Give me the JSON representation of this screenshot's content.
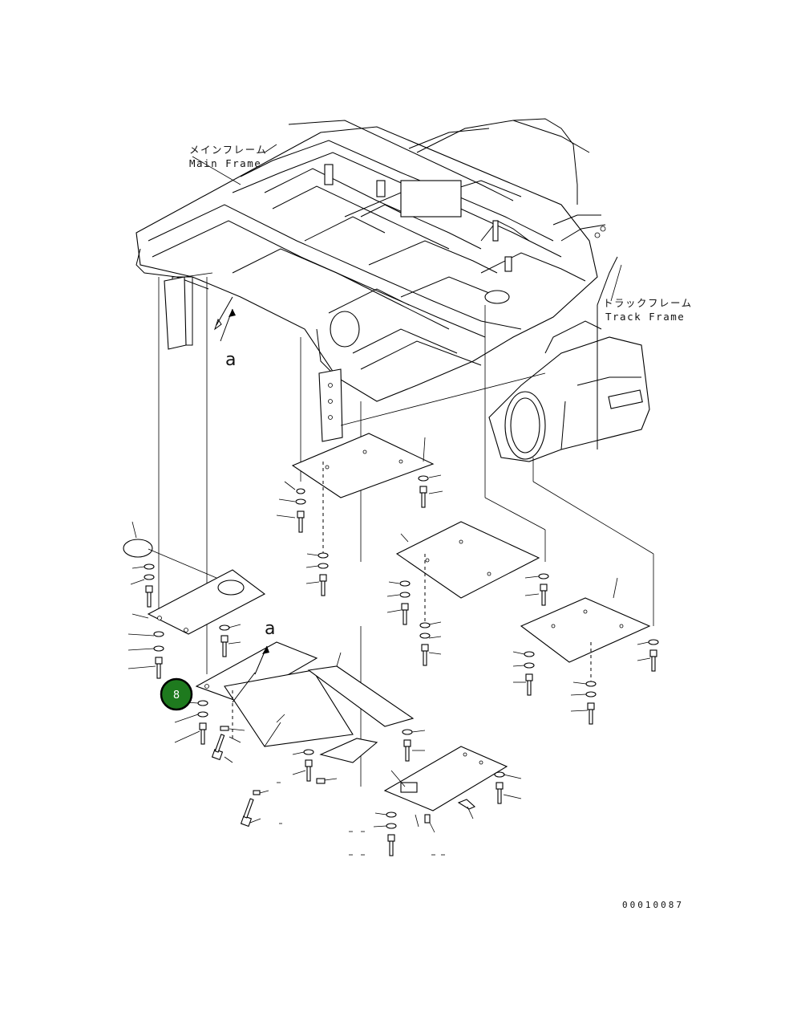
{
  "labels": {
    "main_frame_jp": "メインフレーム",
    "main_frame_en": "Main Frame",
    "track_frame_jp": "トラックフレーム",
    "track_frame_en": "Track Frame",
    "view_a_upper": "a",
    "view_a_lower": "a",
    "drawing_number": "00010087"
  },
  "callout": {
    "number": "8",
    "fill_color": "#1e7a1e",
    "ring_color": "#000000",
    "text_color": "#ffffff"
  },
  "colors": {
    "background": "#ffffff",
    "linework": "#000000"
  }
}
